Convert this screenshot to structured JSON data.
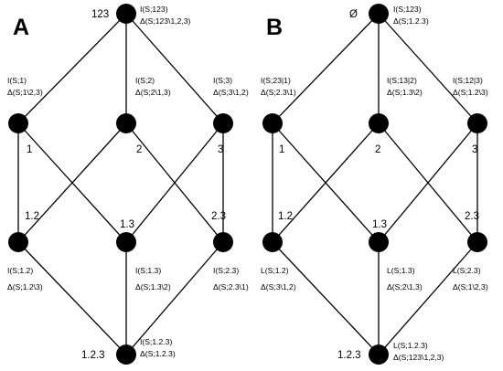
{
  "panels": [
    {
      "label": "A",
      "nodes": [
        {
          "id": "123",
          "label": "123",
          "ann1": "I(S;123)",
          "ann2": "Δ(S;123\\1,2,3)"
        },
        {
          "id": "1",
          "label": "1",
          "ann1": "I(S;1)",
          "ann2": "Δ(S;1\\2,3)"
        },
        {
          "id": "2",
          "label": "2",
          "ann1": "I(S;2)",
          "ann2": "Δ(S;2\\1,3)"
        },
        {
          "id": "3",
          "label": "3",
          "ann1": "I(S;3)",
          "ann2": "Δ(S;3\\1,2)"
        },
        {
          "id": "12",
          "label": "1.2",
          "ann1": "I(S;1.2)",
          "ann2": "Δ(S;1.2\\3)"
        },
        {
          "id": "13",
          "label": "1.3",
          "ann1": "I(S;1.3)",
          "ann2": "Δ(S;1.3\\2)"
        },
        {
          "id": "23",
          "label": "2.3",
          "ann1": "I(S;2.3)",
          "ann2": "Δ(S;2.3\\1)"
        },
        {
          "id": "123b",
          "label": "1.2.3",
          "ann1": "I(S;1.2.3)",
          "ann2": "Δ(S;1.2.3)"
        }
      ]
    },
    {
      "label": "B",
      "nodes": [
        {
          "id": "123",
          "label": "Ø",
          "ann1": "I(S;123)",
          "ann2": "Δ(S;1.2.3)"
        },
        {
          "id": "1",
          "label": "1",
          "ann1": "I(S;23|1)",
          "ann2": "Δ(S;2.3\\1)"
        },
        {
          "id": "2",
          "label": "2",
          "ann1": "I(S;13|2)",
          "ann2": "Δ(S;1.3\\2)"
        },
        {
          "id": "3",
          "label": "3",
          "ann1": "I(S;12|3)",
          "ann2": "Δ(S;1.2\\3)"
        },
        {
          "id": "12",
          "label": "1.2",
          "ann1": "L(S;1.2)",
          "ann2": "Δ(S;3\\1,2)"
        },
        {
          "id": "13",
          "label": "1.3",
          "ann1": "L(S;1.3)",
          "ann2": "Δ(S;2\\1,3)"
        },
        {
          "id": "23",
          "label": "2.3",
          "ann1": "L(S;2.3)",
          "ann2": "Δ(S;1\\2,3)"
        },
        {
          "id": "123b",
          "label": "1.2.3",
          "ann1": "L(S;1.2.3)",
          "ann2": "Δ(S;123\\1,2,3)"
        }
      ]
    }
  ]
}
